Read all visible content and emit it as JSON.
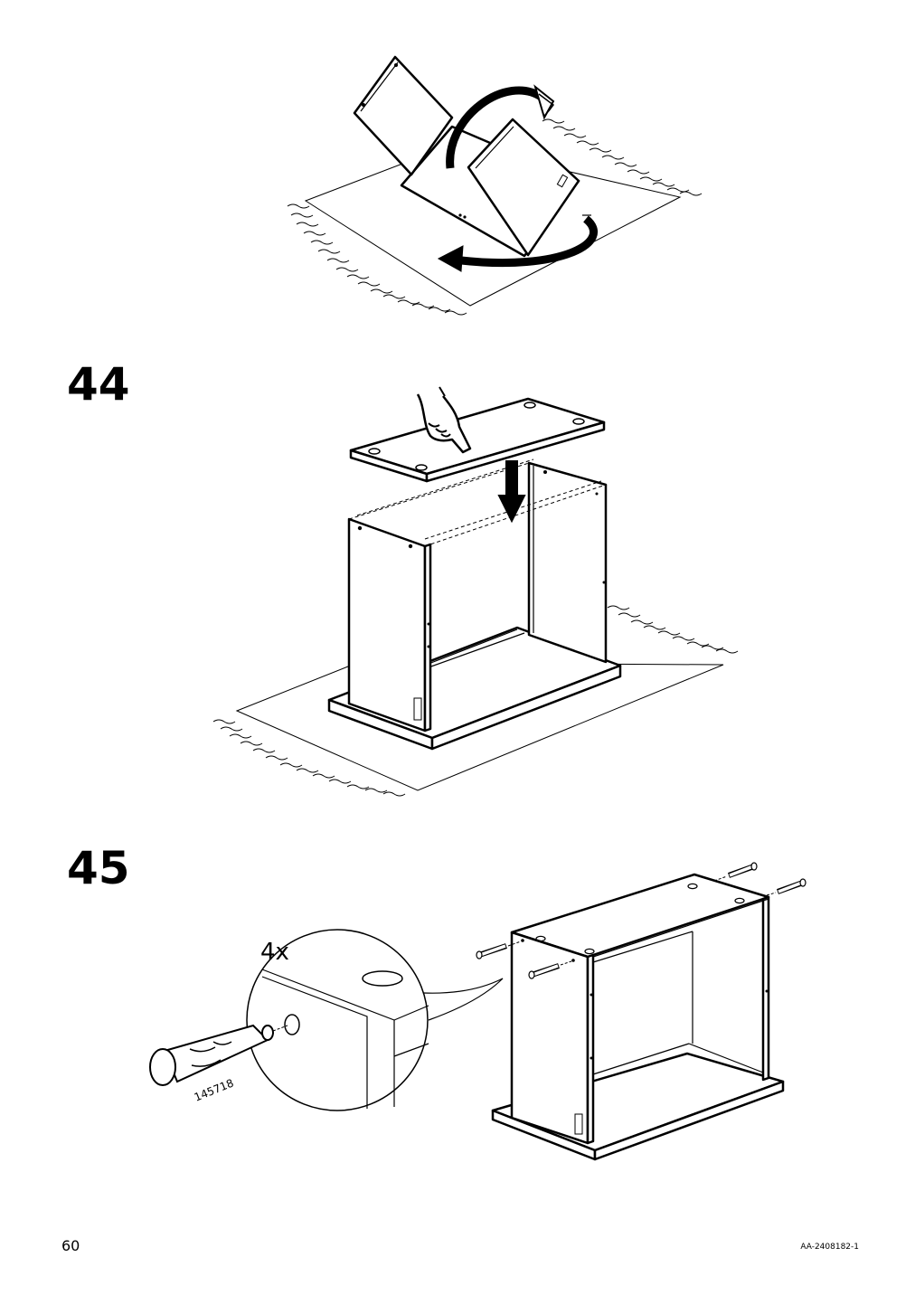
{
  "steps": {
    "step44": {
      "number": "44"
    },
    "step45": {
      "number": "45",
      "quantity": "4x",
      "part_number": "145718"
    }
  },
  "footer": {
    "page_number": "60",
    "document_code": "AA-2408182-1"
  }
}
